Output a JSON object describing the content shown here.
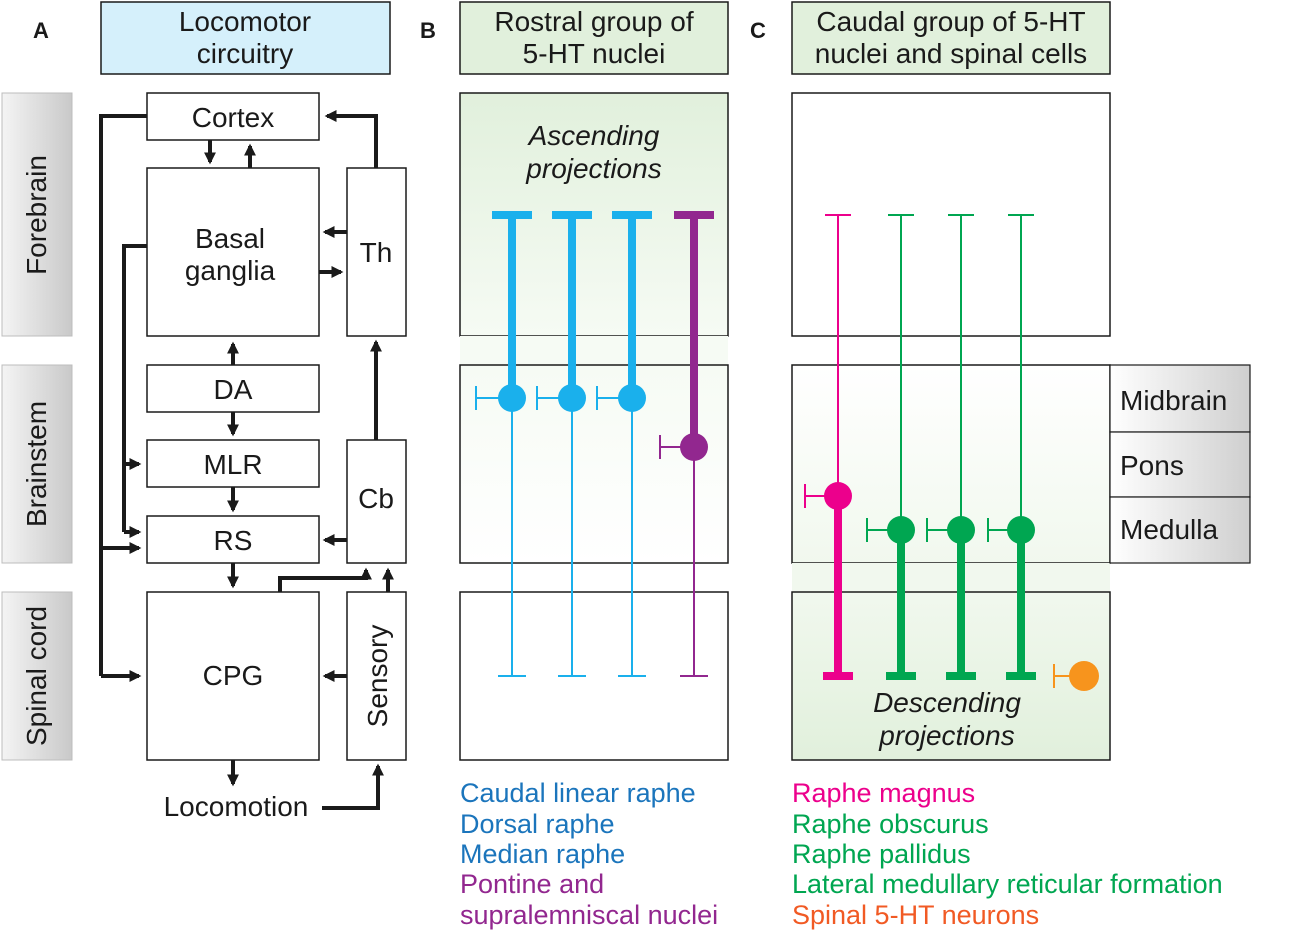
{
  "panels": {
    "a": {
      "letter": "A",
      "title_line1": "Locomotor",
      "title_line2": "circuitry"
    },
    "b": {
      "letter": "B",
      "title_line1": "Rostral group of",
      "title_line2": "5-HT nuclei"
    },
    "c": {
      "letter": "C",
      "title_line1": "Caudal group of 5-HT",
      "title_line2": "nuclei and spinal cells"
    }
  },
  "regions": {
    "forebrain": "Forebrain",
    "brainstem": "Brainstem",
    "spinal_cord": "Spinal cord"
  },
  "subregions": {
    "midbrain": "Midbrain",
    "pons": "Pons",
    "medulla": "Medulla"
  },
  "blocks": {
    "cortex": "Cortex",
    "basal_ganglia_1": "Basal",
    "basal_ganglia_2": "ganglia",
    "th": "Th",
    "da": "DA",
    "mlr": "MLR",
    "rs": "RS",
    "cb": "Cb",
    "cpg": "CPG",
    "sensory": "Sensory",
    "locomotion": "Locomotion"
  },
  "annotations": {
    "ascending_1": "Ascending",
    "ascending_2": "projections",
    "descending_1": "Descending",
    "descending_2": "projections"
  },
  "legend_b": [
    {
      "text": "Caudal linear raphe",
      "color": "#1b75bc"
    },
    {
      "text": "Dorsal raphe",
      "color": "#1b75bc"
    },
    {
      "text": "Median raphe",
      "color": "#1b75bc"
    },
    {
      "text": "Pontine and",
      "color": "#92278f"
    },
    {
      "text": "supralemniscal nuclei",
      "color": "#92278f"
    }
  ],
  "legend_c": [
    {
      "text": "Raphe magnus",
      "color": "#ec008c"
    },
    {
      "text": "Raphe obscurus",
      "color": "#00a651"
    },
    {
      "text": "Raphe pallidus",
      "color": "#00a651"
    },
    {
      "text": "Lateral medullary reticular formation",
      "color": "#00a651"
    },
    {
      "text": "Spinal 5-HT neurons",
      "color": "#f15a24"
    }
  ],
  "colors": {
    "cyan": "#1ab0ec",
    "purple": "#92278f",
    "magenta": "#ec008c",
    "green": "#00a651",
    "orange": "#f7941d",
    "header_blue": "#d5f0fb",
    "header_green": "#e1f0dc"
  }
}
